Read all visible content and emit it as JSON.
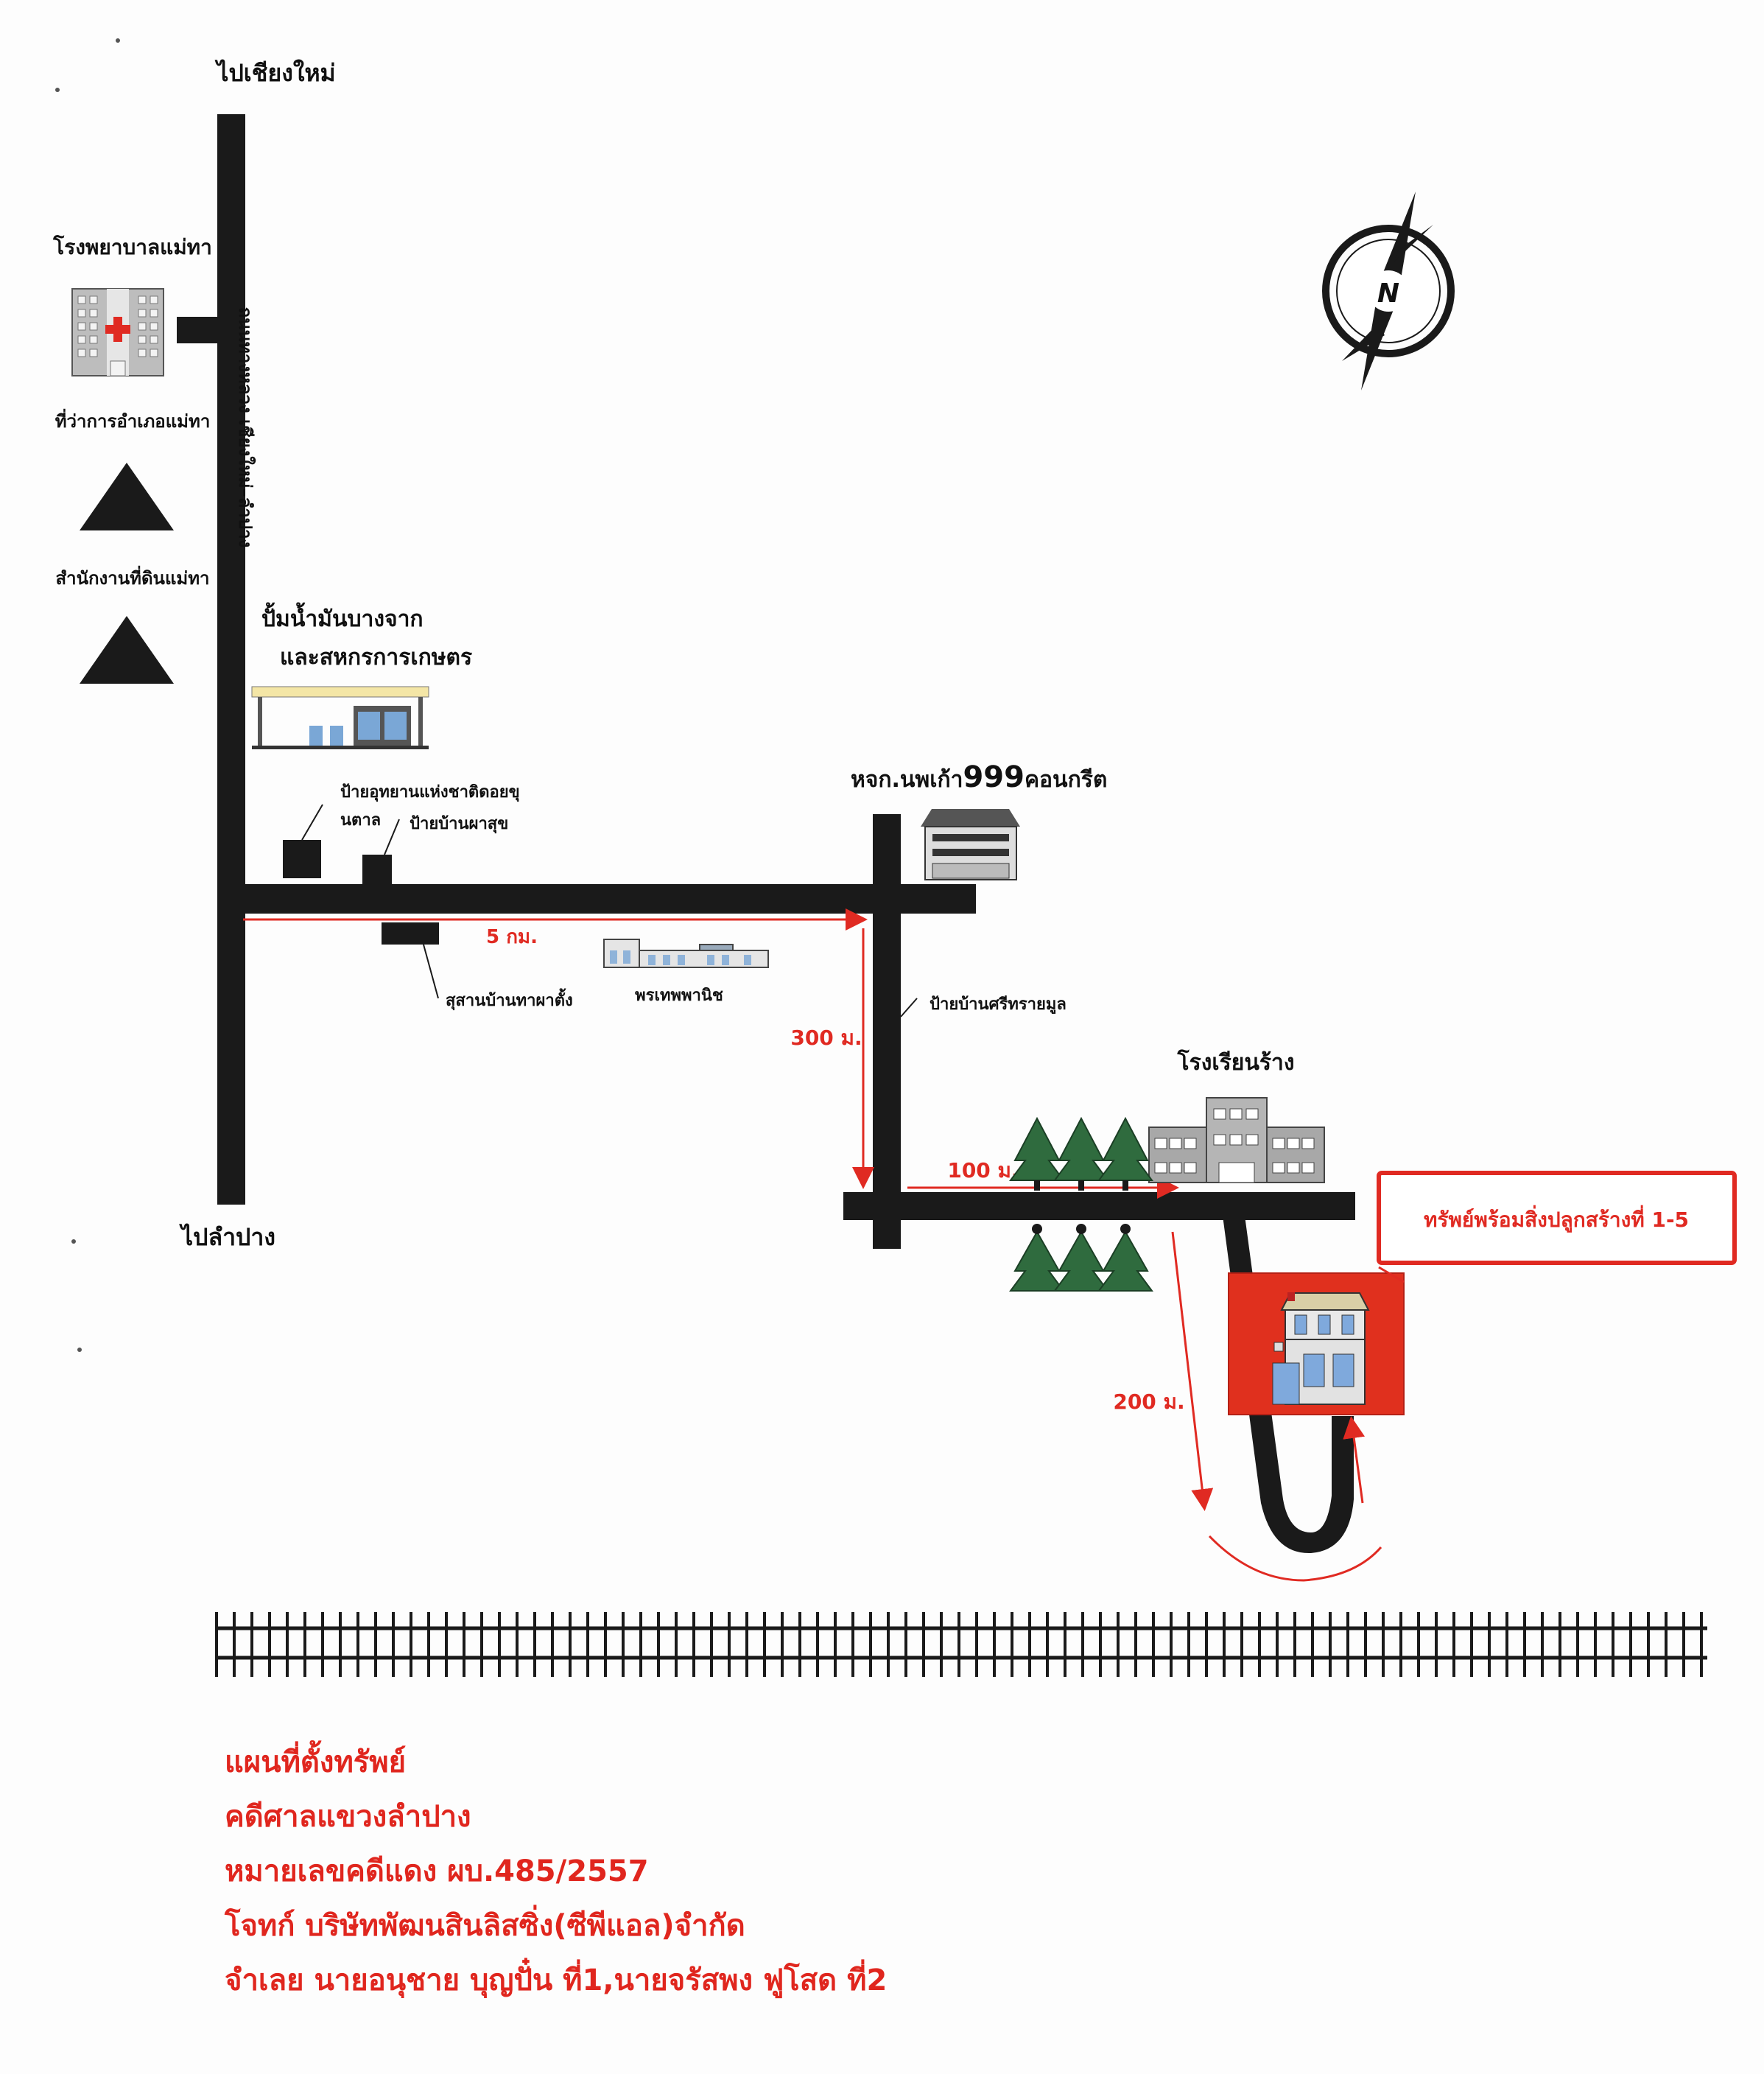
{
  "labels": {
    "to_chiang_mai": "ไปเชียงใหม่",
    "to_lampang": "ไปลำปาง",
    "hospital": "โรงพยาบาลแม่ทา",
    "district_office": "ที่ว่าการอำเภอแม่ทา",
    "land_office": "สำนักงานที่ดินแม่ทา",
    "highway": "ถนนทางหลวง เชียงใหม่–ลำปาง",
    "gas_station_line1": "ปั้มน้ำมันบางจาก",
    "gas_station_line2": "และสหกรการเกษตร",
    "park_sign_line1": "ป้ายอุทยานแห่งชาติดอยขุ",
    "park_sign_line2": "นตาล",
    "pha_suk_sign": "ป้ายบ้านผาสุข",
    "cemetery": "สุสานบ้านทาผาตั้ง",
    "shop": "พรเทพพานิช",
    "company": "หจก.นพเก้า",
    "company_number": "999",
    "company_suffix": "คอนกรีต",
    "si_sai_mun_sign": "ป้ายบ้านศรีทรายมูล",
    "abandoned_school": "โรงเรียนร้าง",
    "property_box": "ทรัพย์พร้อมสิ่งปลูกสร้างที่ 1-5",
    "compass": "N"
  },
  "distances": {
    "d1": "5 กม.",
    "d2": "300 ม.",
    "d3": "100 ม.",
    "d4": "200 ม."
  },
  "footer": {
    "line1": "แผนที่ตั้งทรัพย์",
    "line2": "คดีศาลแขวงลำปาง",
    "line3": "หมายเลขคดีแดง ผบ.485/2557",
    "line4": "โจทก์  บริษัทพัฒนสินลิสซิ่ง(ซีพีแอล)จำกัด",
    "line5": "จำเลย นายอนุชาย บุญปั๋น ที่1,นายจรัสพง ฟูโสด ที่2"
  },
  "colors": {
    "road": "#1a1a1a",
    "accent_red": "#e02a22",
    "property_fill": "#e0301e",
    "tree": "#2f6b3e",
    "building_gray": "#a8a8a8"
  }
}
